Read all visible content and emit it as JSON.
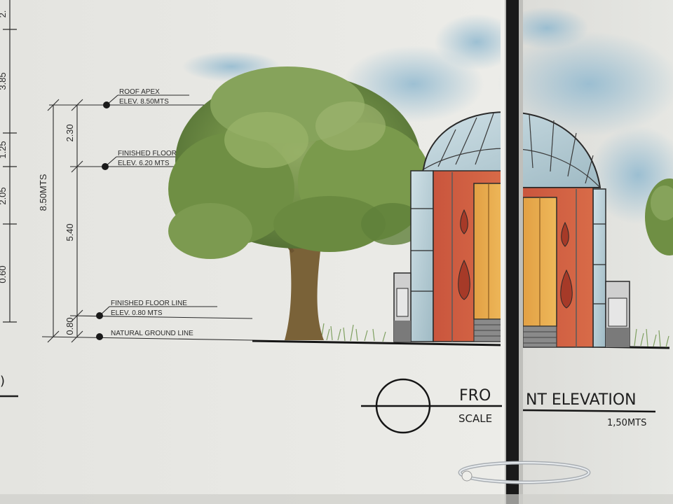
{
  "drawing": {
    "title_left": "FRO",
    "title_right": "NT ELEVATION",
    "scale_label": "SCALE",
    "scale_value": "1,50MTS",
    "annotations": {
      "roof_apex": "ROOF APEX",
      "roof_apex_elev": "ELEV. 8.50MTS",
      "finished_floor_upper": "FINISHED FLOOR LINE",
      "finished_floor_upper_elev": "ELEV. 6.20 MTS",
      "finished_floor_lower": "FINISHED FLOOR LINE",
      "finished_floor_lower_elev": "ELEV. 0.80 MTS",
      "natural_ground": "NATURAL GROUND LINE"
    },
    "dimensions": {
      "overall": "8.50MTS",
      "upper": "2.30",
      "middle": "5.40",
      "lower": "0.80",
      "left_edge_top": "2.",
      "left_edge_1": "3.85",
      "left_edge_2": "1.25",
      "left_edge_3": "2.05",
      "left_edge_4": "0.60"
    },
    "left_fragment": ")"
  }
}
